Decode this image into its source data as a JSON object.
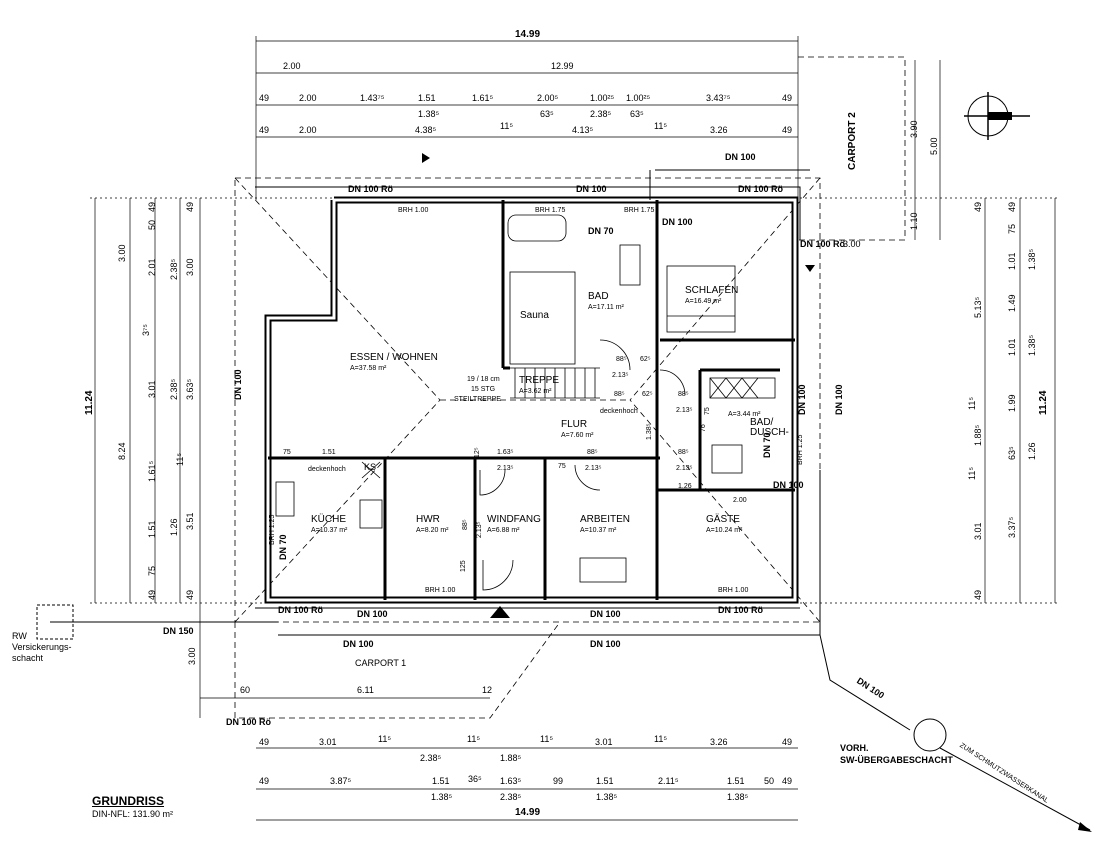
{
  "title": "GRUNDRISS",
  "subtitle": "DIN-NFL: 131.90 m²",
  "north_arrow": "north-arrow-icon",
  "rooms": [
    {
      "id": "essen",
      "name": "ESSEN / WOHNEN",
      "area": "A=37.58 m²"
    },
    {
      "id": "bad",
      "name": "BAD",
      "area": "A=17.11 m²"
    },
    {
      "id": "schlafen",
      "name": "SCHLAFEN",
      "area": "A=16.49 m²"
    },
    {
      "id": "flur",
      "name": "FLUR",
      "area": "A=7.60 m²"
    },
    {
      "id": "treppe",
      "name": "TREPPE",
      "area": "A=3.62 m²"
    },
    {
      "id": "kueche",
      "name": "KÜCHE",
      "area": "A=10.37 m²"
    },
    {
      "id": "hwr",
      "name": "HWR",
      "area": "A=8.20 m²"
    },
    {
      "id": "windfang",
      "name": "WINDFANG",
      "area": "A=6.88 m²"
    },
    {
      "id": "arbeiten",
      "name": "ARBEITEN",
      "area": "A=10.37 m²"
    },
    {
      "id": "gaeste",
      "name": "GÄSTE",
      "area": "A=10.24 m²"
    },
    {
      "id": "dusche",
      "name": "BAD/\nDUSCH-",
      "area": "A=3.44 m²"
    }
  ],
  "sauna": "Sauna",
  "stair": {
    "spec": "19 / 18 cm",
    "count": "15 STG",
    "type": "STEILTREPPE"
  },
  "notes": {
    "deckenhoch1": "deckenhoch",
    "deckenhoch2": "deckenhoch",
    "ks": "KS"
  },
  "carport1": "CARPORT 1",
  "carport2": "CARPORT 2",
  "rw": "RW",
  "rw2": "Versickerungs-",
  "rw3": "schacht",
  "shaft1": "VORH.",
  "shaft2": "SW-ÜBERGABESCHACHT",
  "kanal": "ZUM SCHMUTZWASSERKANAL",
  "pipes": {
    "dn100ro_tl": "DN 100 Rö",
    "dn100_top": "DN 100",
    "dn100ro_tr": "DN 100 Rö",
    "dn100_top2": "DN 100",
    "dn100_bad": "DN 100",
    "dn100ro_r": "DN 100 Rö",
    "dn100_r_dim": "3.00",
    "dn70_bad": "DN 70",
    "dn70_kue": "DN 70",
    "dn70_dusch": "DN 70",
    "dn100_left": "DN 100",
    "dn100_right1": "DN 100",
    "dn100_right2": "DN 100",
    "dn100_dusch": "DN 100",
    "dn100ro_bl": "DN 100 Rö",
    "dn100_b1": "DN 100",
    "dn100_b2": "DN 100",
    "dn100ro_br": "DN 100 Rö",
    "dn100_b3": "DN 100",
    "dn100_b4": "DN 100",
    "dn150": "DN 150",
    "dn100ro_carport": "DN 100 Rö",
    "dn100_diag": "DN 100"
  },
  "brh": {
    "b1": "BRH 1.00",
    "b2": "BRH 1.75",
    "b3": "BRH 1.75",
    "b4": "BRH 1.00",
    "b5": "BRH 1.00",
    "b6": "BRH 1.25",
    "b7": "BRH 1.25"
  },
  "dims_top": {
    "total": "14.99",
    "r1": [
      "2.00",
      "12.99"
    ],
    "r2": [
      "49",
      "2.00",
      "1.43⁷⁵",
      "1.51",
      "1.61⁵",
      "2.00⁵",
      "1.00²⁵",
      "1.00²⁵",
      "3.43⁷⁵",
      "49"
    ],
    "r2b": [
      "1.38⁵",
      "63⁵",
      "2.38⁵",
      "63⁵"
    ],
    "r3": [
      "49",
      "2.00",
      "4.38⁵",
      "11⁵",
      "4.13⁵",
      "11⁵",
      "3.26",
      "49"
    ],
    "carport2": [
      "3.90",
      "5.00",
      "1.10"
    ]
  },
  "dims_bottom": {
    "total": "14.99",
    "r0": [
      "60",
      "6.11",
      "12"
    ],
    "r1": [
      "49",
      "3.01",
      "11⁵",
      "11⁵",
      "11⁵",
      "3.01",
      "11⁵",
      "3.26",
      "49"
    ],
    "r1b": [
      "2.38⁵",
      "1.88⁵"
    ],
    "r2": [
      "49",
      "3.87⁵",
      "1.51",
      "36⁵",
      "1.63⁵",
      "99",
      "1.51",
      "2.11⁵",
      "1.51",
      "50",
      "49"
    ],
    "r2b": [
      "1.38⁵",
      "2.38⁵",
      "1.38⁵",
      "1.38⁵"
    ]
  },
  "dims_left": {
    "total": "11.24",
    "a": [
      "3.00",
      "8.24",
      "3.00"
    ],
    "b": [
      "49",
      "2.01",
      "3⁷⁵",
      "3.01",
      "1.61⁵",
      "1.51",
      "75",
      "49"
    ],
    "c": [
      "50",
      "2.38⁵",
      "2.38⁵",
      "11⁵",
      "1.26"
    ],
    "d": [
      "49",
      "3.00",
      "3.63⁵",
      "3.51",
      "49"
    ]
  },
  "dims_right": {
    "total": "11.24",
    "a": [
      "49",
      "1.38⁵",
      "5.13⁵",
      "11⁵",
      "1.88⁵",
      "11⁵",
      "3.01",
      "49"
    ],
    "b": [
      "75",
      "1.01",
      "1.49",
      "1.01",
      "1.99",
      "63⁵",
      "3.37⁵"
    ],
    "c": [
      "49",
      "1.38⁵",
      "1.26"
    ]
  },
  "inner_dims": {
    "d151": "1.51",
    "d75a": "75",
    "d75b": "75",
    "d75c": "75",
    "d163": "1.63⁵",
    "d213a": "2.13⁵",
    "d213b": "2.13⁵",
    "d213c": "2.13⁵",
    "d213d": "2.13⁵",
    "d213e": "2.13⁵",
    "d213f": "2.13⁵",
    "d88a": "88⁵",
    "d88b": "88⁵",
    "d88c": "88⁵",
    "d88d": "88⁵",
    "d88e": "88⁵",
    "d88f": "88⁵",
    "d62a": "62⁵",
    "d62b": "62⁵",
    "d126": "1.26",
    "d200": "2.00",
    "d138": "1.38⁵",
    "d76": "76",
    "d12": "12⁵",
    "d125": "125"
  },
  "carport1_dim": "6.11"
}
